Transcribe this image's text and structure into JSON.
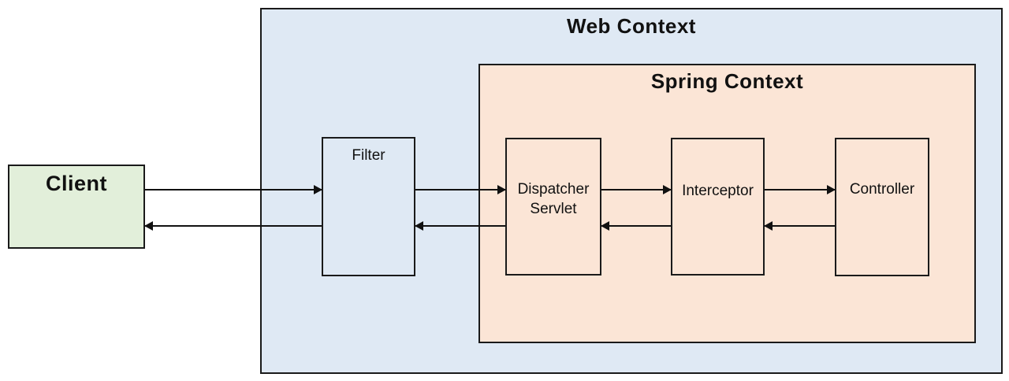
{
  "diagram": {
    "nodes": {
      "client": {
        "label": "Client"
      },
      "web_context": {
        "title": "Web Context"
      },
      "spring_context": {
        "title": "Spring Context"
      },
      "filter": {
        "label": "Filter"
      },
      "dispatcher_servlet": {
        "label": "Dispatcher Servlet"
      },
      "interceptor": {
        "label": "Interceptor"
      },
      "controller": {
        "label": "Controller"
      }
    },
    "flows": [
      {
        "from": "Client",
        "to": "Filter",
        "kind": "request"
      },
      {
        "from": "Filter",
        "to": "Client",
        "kind": "response"
      },
      {
        "from": "Filter",
        "to": "Dispatcher Servlet",
        "kind": "request"
      },
      {
        "from": "Dispatcher Servlet",
        "to": "Filter",
        "kind": "response"
      },
      {
        "from": "Dispatcher Servlet",
        "to": "Interceptor",
        "kind": "request"
      },
      {
        "from": "Interceptor",
        "to": "Dispatcher Servlet",
        "kind": "response"
      },
      {
        "from": "Interceptor",
        "to": "Controller",
        "kind": "request"
      },
      {
        "from": "Controller",
        "to": "Interceptor",
        "kind": "response"
      }
    ],
    "colors": {
      "client_bg": "#e2efda",
      "web_context_bg": "#dfe9f4",
      "spring_context_bg": "#fbe5d6",
      "border": "#1a1a1a",
      "arrow": "#111111",
      "canvas_bg": "#ffffff"
    }
  }
}
